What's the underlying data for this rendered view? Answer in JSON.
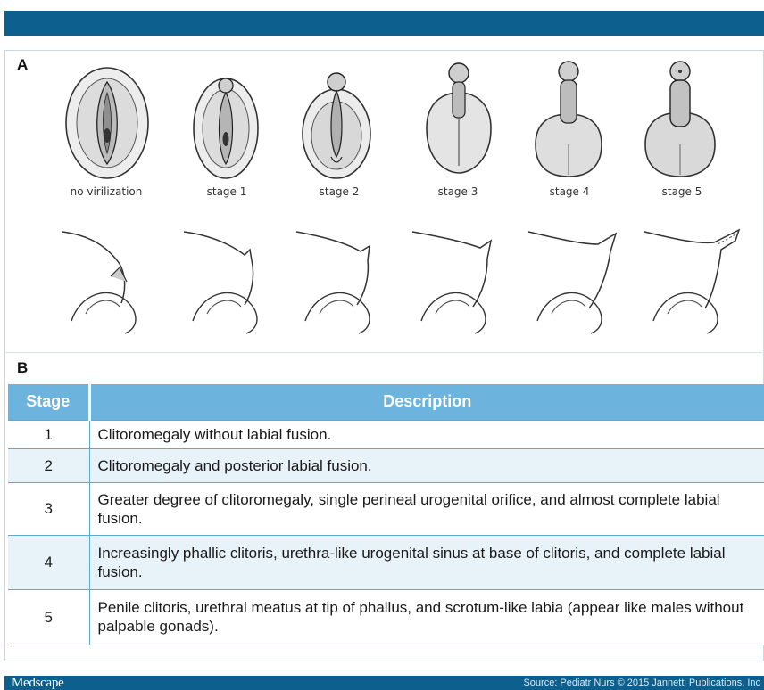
{
  "panels": {
    "a_label": "A",
    "b_label": "B"
  },
  "stages": [
    {
      "caption": "no virilization"
    },
    {
      "caption": "stage 1"
    },
    {
      "caption": "stage 2"
    },
    {
      "caption": "stage 3"
    },
    {
      "caption": "stage 4"
    },
    {
      "caption": "stage 5"
    }
  ],
  "table": {
    "headers": {
      "stage": "Stage",
      "description": "Description"
    },
    "rows": [
      {
        "stage": "1",
        "description": "Clitoromegaly without labial fusion."
      },
      {
        "stage": "2",
        "description": "Clitoromegaly and posterior labial fusion."
      },
      {
        "stage": "3",
        "description": "Greater degree of clitoromegaly, single perineal urogenital orifice, and almost complete labial fusion."
      },
      {
        "stage": "4",
        "description": "Increasingly phallic clitoris, urethra-like urogenital sinus at base of clitoris, and complete labial fusion."
      },
      {
        "stage": "5",
        "description": "Penile clitoris, urethral meatus at tip of phallus, and scrotum-like labia (appear like males without palpable gonads)."
      }
    ]
  },
  "footer": {
    "brand": "Medscape",
    "source": "Source: Pediatr Nurs © 2015 Jannetti Publications, Inc"
  },
  "colors": {
    "header_bar": "#0d5f8d",
    "table_header": "#6cb4de",
    "row_tint": "#e8f2f9",
    "grid_line": "#5fa8d3"
  }
}
